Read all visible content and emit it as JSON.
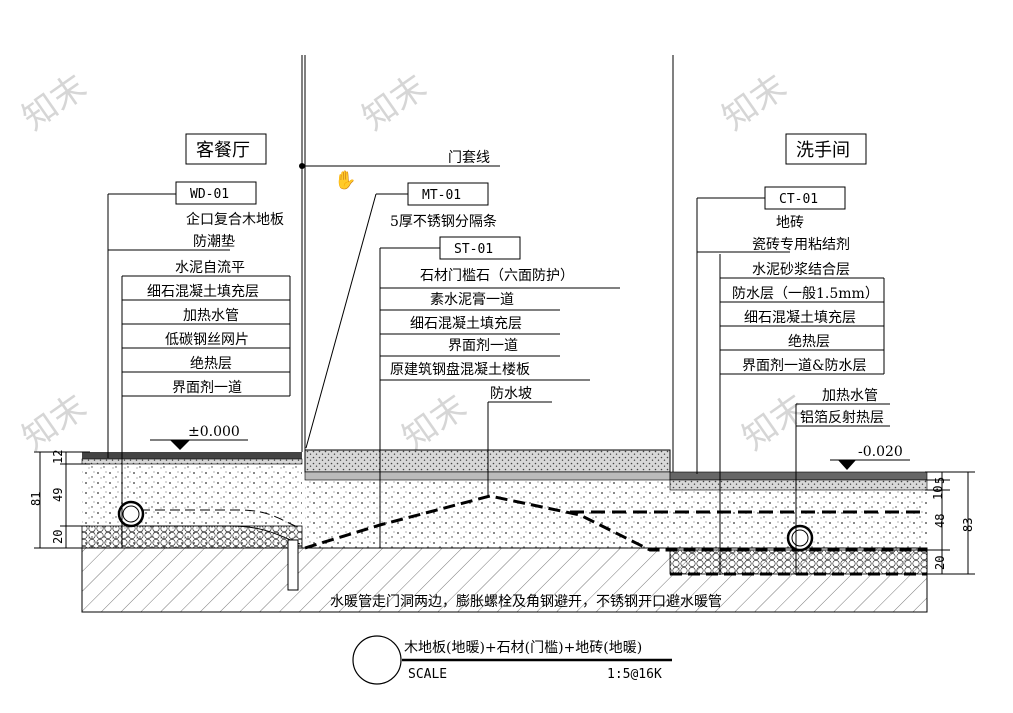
{
  "rooms": {
    "left": "客餐厅",
    "right": "洗手间"
  },
  "door_line": "门套线",
  "left_tag": "WD-01",
  "left_layers": [
    "企口复合木地板",
    "防潮垫",
    "水泥自流平",
    "细石混凝土填充层",
    "加热水管",
    "低碳钢丝网片",
    "绝热层",
    "界面剂一道"
  ],
  "mid_tag_mt": "MT-01",
  "mt_desc": "5厚不锈钢分隔条",
  "mid_tag_st": "ST-01",
  "st_layers": [
    "石材门槛石（六面防护）",
    "素水泥膏一道",
    "细石混凝土填充层",
    "界面剂一道",
    "原建筑钢盘混凝土楼板"
  ],
  "waterproof_slope": "防水坡",
  "right_tag": "CT-01",
  "right_layers": [
    "地砖",
    "瓷砖专用粘结剂",
    "水泥砂浆结合层",
    "防水层（一般1.5mm）",
    "细石混凝土填充层",
    "绝热层",
    "界面剂一道&防水层",
    "加热水管",
    "铝箔反射热层"
  ],
  "left_level": "±0.000",
  "right_level": "-0.020",
  "left_dims": {
    "total": "81",
    "d1": "12",
    "d2": "49",
    "d3": "20"
  },
  "right_dims": {
    "total": "83",
    "d1": "5",
    "d2": "10",
    "d3": "48",
    "d4": "20"
  },
  "bottom_note": "水暖管走门洞两边，膨胀螺栓及角钢避开，不锈钢开口避水暖管",
  "title": "木地板(地暖)+石材(门槛)+地砖(地暖)",
  "scale_label": "SCALE",
  "scale_value": "1:5@16K",
  "watermark": "知末"
}
